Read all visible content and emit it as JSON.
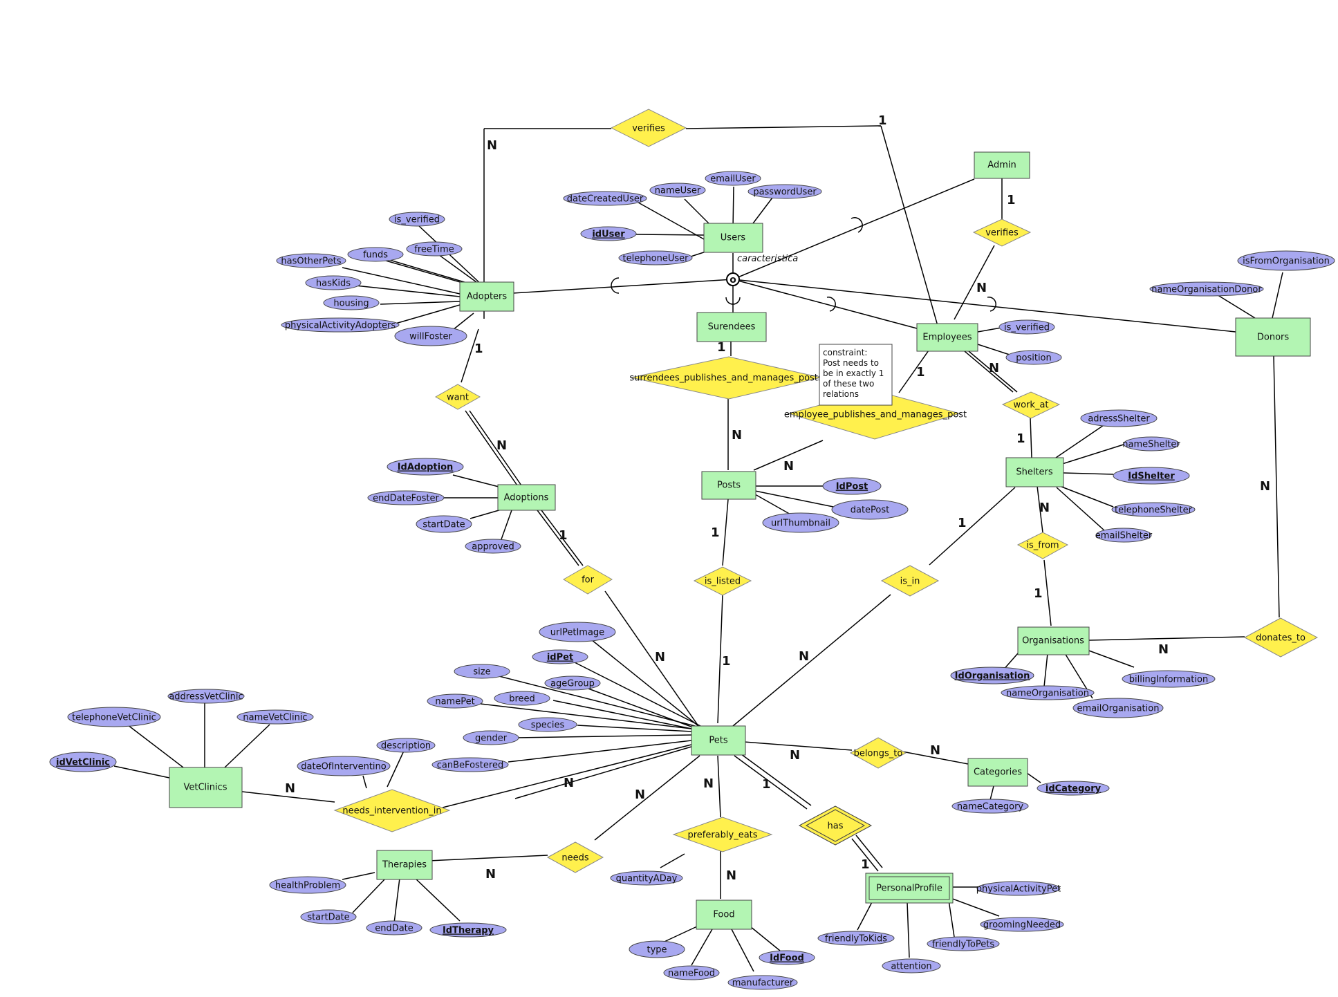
{
  "colors": {
    "entity": "#b3f5b3",
    "attribute": "#a8a8f0",
    "relationship": "#fff04d",
    "line": "#000000"
  },
  "entities": {
    "users": "Users",
    "admin": "Admin",
    "adopters": "Adopters",
    "surendees": "Surendees",
    "employees": "Employees",
    "donors": "Donors",
    "adoptions": "Adoptions",
    "posts": "Posts",
    "shelters": "Shelters",
    "organisations": "Organisations",
    "pets": "Pets",
    "vetclinics": "VetClinics",
    "therapies": "Therapies",
    "food": "Food",
    "personalprofile": "PersonalProfile",
    "categories": "Categories"
  },
  "relationships": {
    "verifies_top": "verifies",
    "verifies_admin": "verifies",
    "want": "want",
    "surr_pub": "surrendees_publishes_and_manages_posts",
    "emp_pub": "employee_publishes_and_manages_post",
    "work_at": "work_at",
    "for": "for",
    "is_listed": "is_listed",
    "is_in": "is_in",
    "is_from": "is_from",
    "donates_to": "donates_to",
    "belongs_to": "belongs_to",
    "needs_intervention_in": "needs_intervention_in",
    "needs": "needs",
    "preferably_eats": "preferably_eats",
    "has": "has"
  },
  "attributes": {
    "dateCreatedUser": "dateCreatedUser",
    "nameUser": "nameUser",
    "emailUser": "emailUser",
    "passwordUser": "passwordUser",
    "idUser": "idUser",
    "telephoneUser": "telephoneUser",
    "is_verified_ad": "is_verified",
    "hasOtherPets": "hasOtherPets",
    "funds": "funds",
    "freeTime": "freeTime",
    "hasKids": "hasKids",
    "housing": "housing",
    "physicalActivityAdopters": "physicalActivityAdopters",
    "willFoster": "willFoster",
    "is_verified_emp": "is_verified",
    "position": "position",
    "isFromOrganisation": "isFromOrganisation",
    "nameOrganisationDonor": "nameOrganisationDonor",
    "IdAdoption": "IdAdoption",
    "endDateFoster": "endDateFoster",
    "startDate_ad": "startDate",
    "approved": "approved",
    "IdPost": "IdPost",
    "datePost": "datePost",
    "urlThumbnail": "urlThumbnail",
    "adressShelter": "adressShelter",
    "nameShelter": "nameShelter",
    "IdShelter": "IdShelter",
    "telephoneShelter": "telephoneShelter",
    "emailShelter": "emailShelter",
    "IdOrganisation": "IdOrganisation",
    "nameOrganisation": "nameOrganisation",
    "emailOrganisation": "emailOrganisation",
    "billingInformation": "billingInformation",
    "urlPetImage": "urlPetImage",
    "idPet": "idPet",
    "size": "size",
    "ageGroup": "ageGroup",
    "namePet": "namePet",
    "breed": "breed",
    "species": "species",
    "gender": "gender",
    "canBeFostered": "canBeFostered",
    "addressVetClinic": "addressVetClinic",
    "telephoneVetClinic": "telephoneVetClinic",
    "nameVetClinic": "nameVetClinic",
    "idVetClinic": "idVetClinic",
    "description": "description",
    "dateOfInterventino": "dateOfInterventino",
    "healthProblem": "healthProblem",
    "startDate_th": "startDate",
    "endDate": "endDate",
    "IdTherapy": "IdTherapy",
    "quantityADay": "quantityADay",
    "type": "type",
    "nameFood": "nameFood",
    "manufacturer": "manufacturer",
    "IdFood": "IdFood",
    "physicalActivityPet": "physicalActivityPet",
    "groomingNeeded": "groomingNeeded",
    "friendlyToKids": "friendlyToKids",
    "friendlyToPets": "friendlyToPets",
    "attention": "attention",
    "idCategory": "idCategory",
    "nameCategory": "nameCategory"
  },
  "cardinalities": {
    "one": "1",
    "many": "N"
  },
  "specialization": {
    "symbol": "o",
    "label": "caracteristica"
  },
  "constraint_note": [
    "constraint:",
    "Post needs to",
    "be in exactly 1",
    "of these two",
    "relations"
  ]
}
